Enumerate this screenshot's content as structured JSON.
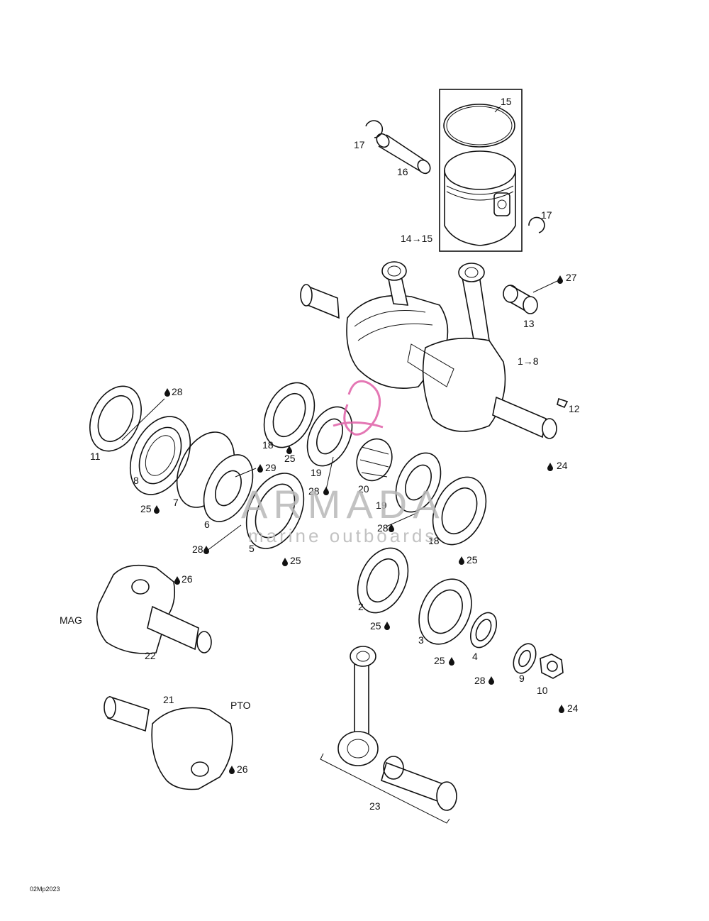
{
  "labels": {
    "l15": "15",
    "l17a": "17",
    "l16": "16",
    "l17b": "17",
    "l14": "14→15",
    "l27": "27",
    "l13": "13",
    "l1": "1→8",
    "l12": "12",
    "l24a": "24",
    "l28a": "28",
    "l11": "11",
    "l8": "8",
    "l25a": "25",
    "l7": "7",
    "l6": "6",
    "l29": "29",
    "l28b": "28",
    "l5": "5",
    "l25b": "25",
    "l18a": "18",
    "l25c": "25",
    "l19a": "19",
    "l28c": "28",
    "l20": "20",
    "l19b": "19",
    "l28d": "28",
    "l18b": "18",
    "l25d": "25",
    "l2": "2",
    "l25e": "25",
    "l3": "3",
    "l25f": "25",
    "l4": "4",
    "l28e": "28",
    "l9": "9",
    "l10": "10",
    "l24b": "24",
    "l26a": "26",
    "mag": "MAG",
    "l22": "22",
    "l21": "21",
    "pto": "PTO",
    "l26b": "26",
    "l23": "23"
  },
  "watermark": {
    "brand": "ARMADA",
    "tagline": "marine outboards",
    "color": "#b8b8b8",
    "logo_color": "#e060a8"
  },
  "figure_code": "02Mp2023"
}
